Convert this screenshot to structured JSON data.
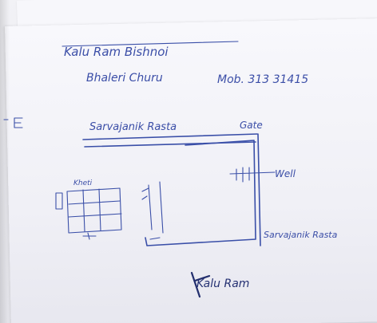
{
  "document": {
    "header_line_1": "Kalu Ram Bishnoi",
    "header_line_2": "Bhaleri Churu",
    "header_mobile": "Mob. 313 31415",
    "label_road": "Sarvajanik Rasta",
    "label_gate": "Gate",
    "label_well": "Well",
    "label_side": "Kheti",
    "label_bottom": "Sarvajanik Rasta",
    "signature": "Kalu Ram"
  },
  "colors": {
    "ink": "#3a4fa8",
    "ink_dark": "#243072",
    "paper": "#f4f4f8"
  }
}
